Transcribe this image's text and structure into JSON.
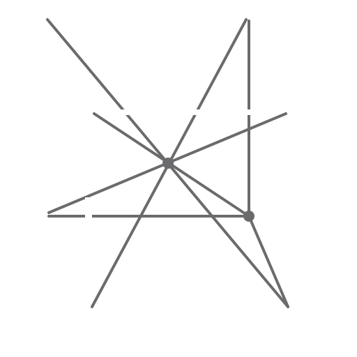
{
  "diagram": {
    "colors": {
      "line": "#6b6b6d",
      "background": "#ffffff"
    },
    "lines": [
      {
        "name": "diagonal-line-upper-left-to-lower-right",
        "label": ""
      },
      {
        "name": "steep-line-top-to-bottom-left",
        "label": ""
      },
      {
        "name": "vertical-line-right",
        "label": ""
      },
      {
        "name": "long-line-left-to-upper-right",
        "label": ""
      },
      {
        "name": "short-line-left-to-right-vertex",
        "label": ""
      },
      {
        "name": "horizontal-line-bottom",
        "label": ""
      },
      {
        "name": "line-right-vertex-to-bottom-right",
        "label": ""
      }
    ],
    "vertices": [
      {
        "name": "center-vertex",
        "label": ""
      },
      {
        "name": "right-vertex",
        "label": ""
      }
    ]
  }
}
